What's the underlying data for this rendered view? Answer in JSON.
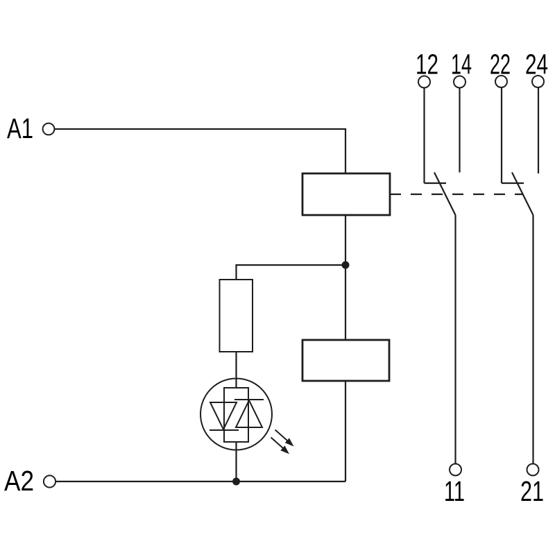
{
  "diagram": {
    "background": "#ffffff",
    "line_color": "#1d1d1b",
    "text_color": "#000000",
    "terminals": {
      "a1": "A1",
      "a2": "A2",
      "nc1": "12",
      "no1": "14",
      "nc2": "22",
      "no2": "24",
      "com1": "11",
      "com2": "21"
    }
  }
}
